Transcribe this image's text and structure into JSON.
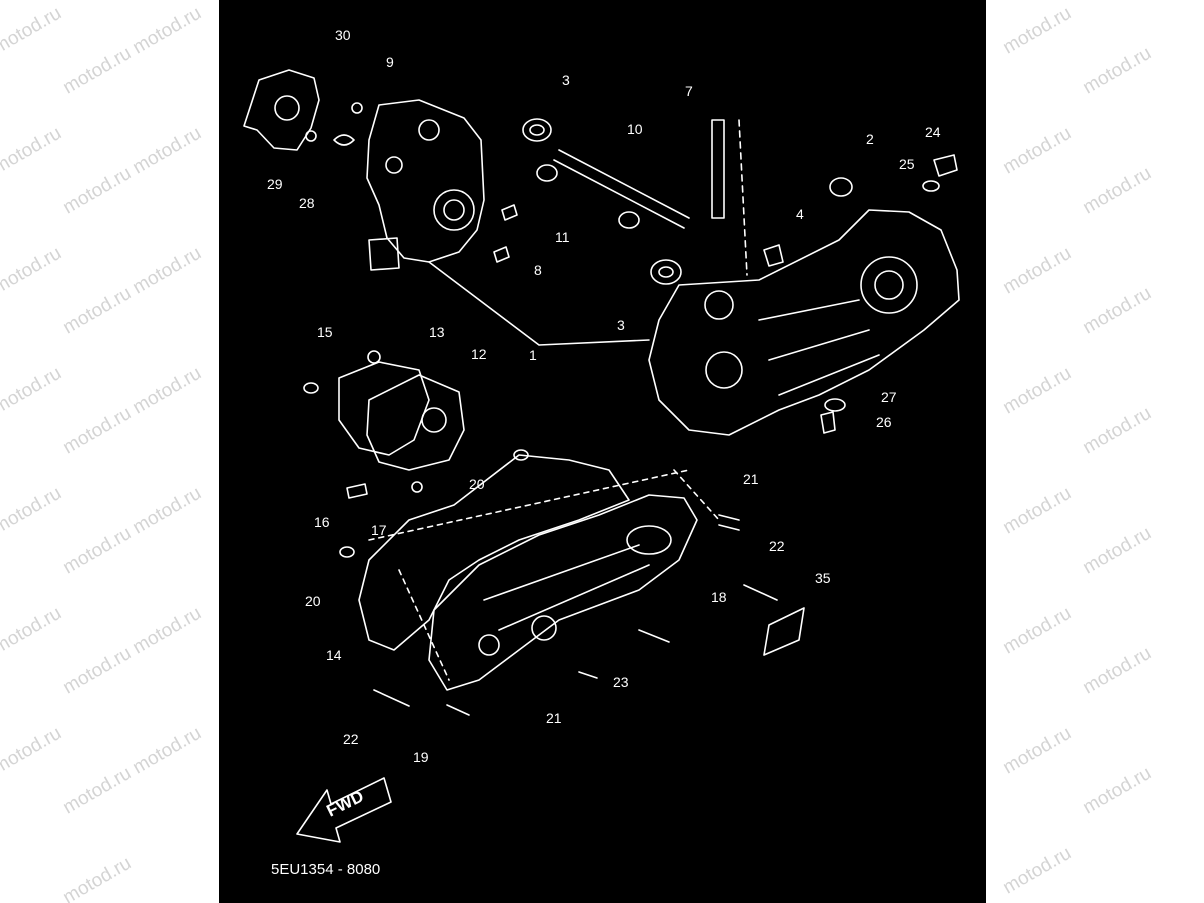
{
  "watermark": {
    "text": "motod.ru"
  },
  "diagram": {
    "background_color": "#000000",
    "line_color": "#ffffff",
    "direction_label": "FWD",
    "drawing_code": "5EU1354 - 8080",
    "callouts": {
      "c1": "1",
      "c2": "2",
      "c3a": "3",
      "c3b": "3",
      "c4": "4",
      "c7": "7",
      "c8": "8",
      "c9": "9",
      "c10": "10",
      "c11": "11",
      "c12": "12",
      "c13": "13",
      "c14": "14",
      "c15": "15",
      "c16": "16",
      "c17": "17",
      "c18": "18",
      "c19": "19",
      "c20a": "20",
      "c20b": "20",
      "c21a": "21",
      "c21b": "21",
      "c22a": "22",
      "c22b": "22",
      "c23": "23",
      "c24": "24",
      "c25": "25",
      "c26": "26",
      "c27": "27",
      "c28": "28",
      "c29": "29",
      "c30": "30",
      "c35": "35"
    }
  }
}
